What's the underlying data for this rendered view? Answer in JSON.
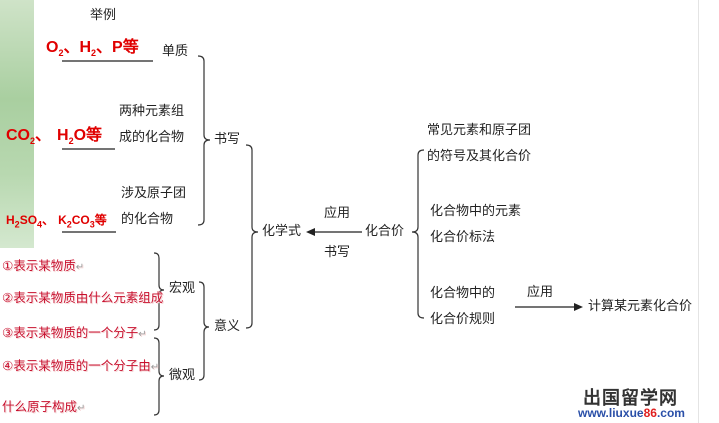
{
  "examples_header": "举例",
  "writing": {
    "elements_examples": [
      "O",
      "2",
      "、H",
      "2",
      "、P等"
    ],
    "elements_label": "单质",
    "two_element_label": [
      "两种元素组",
      "成的化合物"
    ],
    "two_element_examples": [
      "CO",
      "2",
      "、",
      "H",
      "2",
      "O等"
    ],
    "group_label": [
      "涉及原子团",
      "的化合物"
    ],
    "group_examples": [
      "H",
      "2",
      "SO",
      "4",
      "、",
      "K",
      "2",
      "CO",
      "3",
      "等"
    ],
    "title": "书写"
  },
  "meaning": {
    "items": [
      "①表示某物质",
      "②表示某物质由什么元素组成",
      "③表示某物质的一个分子",
      "④表示某物质的一个分子由",
      "什么原子构成"
    ],
    "return_mark": "↵",
    "macro": "宏观",
    "micro": "微观",
    "title": "意义"
  },
  "center": {
    "formula": "化学式",
    "valence": "化合价",
    "arrow_top": "应用",
    "arrow_bottom": "书写"
  },
  "valence_branch": {
    "items": [
      [
        "常见元素和原子团",
        "的符号及其化合价"
      ],
      [
        "化合物中的元素",
        "化合价标法"
      ],
      [
        "化合物中的",
        "化合价规则"
      ]
    ],
    "apply_label": "应用",
    "apply_result": "计算某元素化合价"
  },
  "watermark": {
    "name": "出国留学网",
    "url_a": "www.liuxue",
    "url_b": "86",
    "url_c": ".com"
  },
  "colors": {
    "accent_red": "#e00000",
    "text": "#222222",
    "strip_green": "#a9cfa0"
  }
}
